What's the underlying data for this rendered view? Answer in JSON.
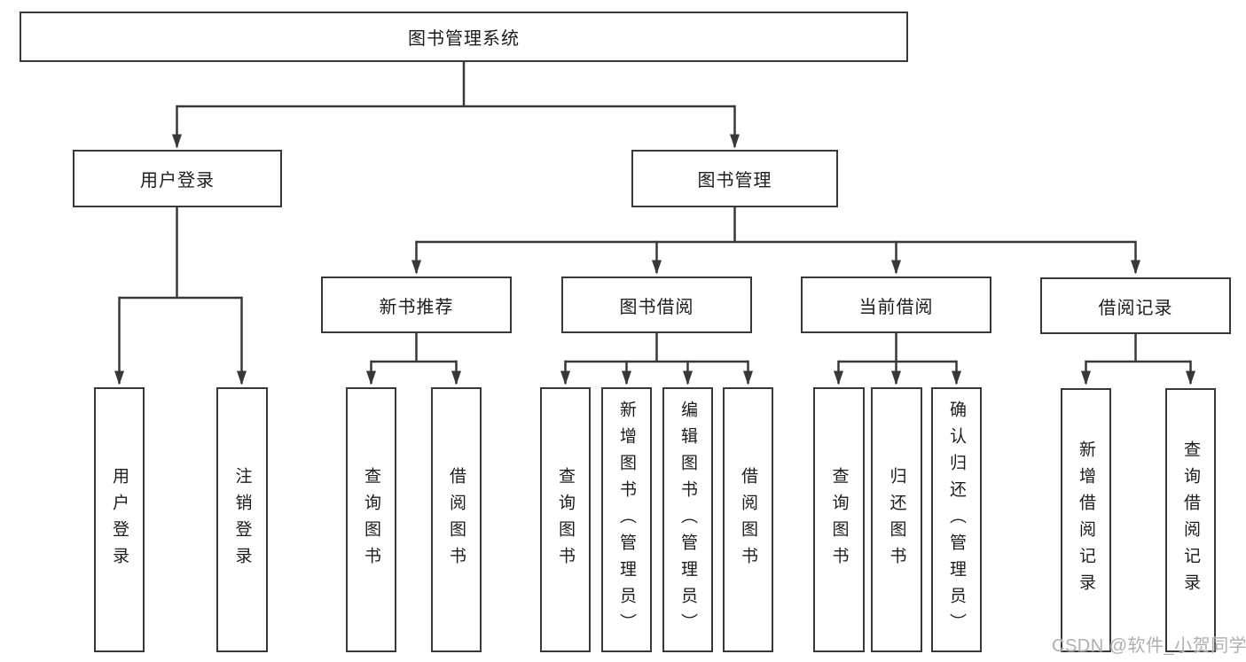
{
  "diagram": {
    "root": {
      "label": "图书管理系统"
    },
    "branches": [
      {
        "label": "用户登录",
        "children": [
          {
            "label": "用户登录"
          },
          {
            "label": "注销登录"
          }
        ]
      },
      {
        "label": "图书管理",
        "children": [
          {
            "label": "新书推荐",
            "children": [
              {
                "label": "查询图书"
              },
              {
                "label": "借阅图书"
              }
            ]
          },
          {
            "label": "图书借阅",
            "children": [
              {
                "label": "查询图书"
              },
              {
                "label": "新增图书（管理员）"
              },
              {
                "label": "编辑图书（管理员）"
              },
              {
                "label": "借阅图书"
              }
            ]
          },
          {
            "label": "当前借阅",
            "children": [
              {
                "label": "查询图书"
              },
              {
                "label": "归还图书"
              },
              {
                "label": "确认归还（管理员）"
              }
            ]
          },
          {
            "label": "借阅记录",
            "children": [
              {
                "label": "新增借阅记录"
              },
              {
                "label": "查询借阅记录"
              }
            ]
          }
        ]
      }
    ]
  },
  "watermark": {
    "text": "CSDN @软件_小贺同学"
  },
  "colors": {
    "line": "#383838",
    "box_border": "#383838",
    "text": "#1c1c1c",
    "watermark": "#afafaf",
    "background": "#ffffff"
  }
}
